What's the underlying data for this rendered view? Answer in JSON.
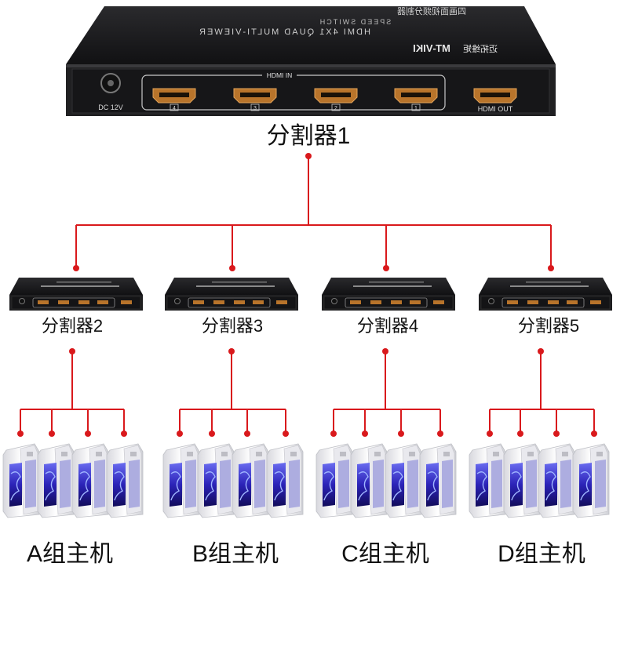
{
  "main_device": {
    "label": "分割器1",
    "brand": "MT-VIKI",
    "brand_cn": "迈拓维矩",
    "model_text": "HDMI 4X1 QUAD MULTI-VIEWER",
    "subtitle_text": "SPEED SWITCH",
    "cn_title": "四画面视频分割器",
    "hdmi_in_label": "HDMI IN",
    "hdmi_out_label": "HDMI OUT",
    "dc_label": "DC 12V",
    "port_numbers": [
      "4",
      "3",
      "2",
      "1"
    ]
  },
  "sub_devices": [
    {
      "label": "分割器2"
    },
    {
      "label": "分割器3"
    },
    {
      "label": "分割器4"
    },
    {
      "label": "分割器5"
    }
  ],
  "groups": [
    {
      "label": "A组主机"
    },
    {
      "label": "B组主机"
    },
    {
      "label": "C组主机"
    },
    {
      "label": "D组主机"
    }
  ],
  "colors": {
    "wire": "#d9191c",
    "device_body": "#1d1d1f",
    "device_front": "#2a2a2c",
    "port": "#b8742b",
    "pc_body": "#f2f2f4",
    "pc_glow": "#3a36c8"
  }
}
